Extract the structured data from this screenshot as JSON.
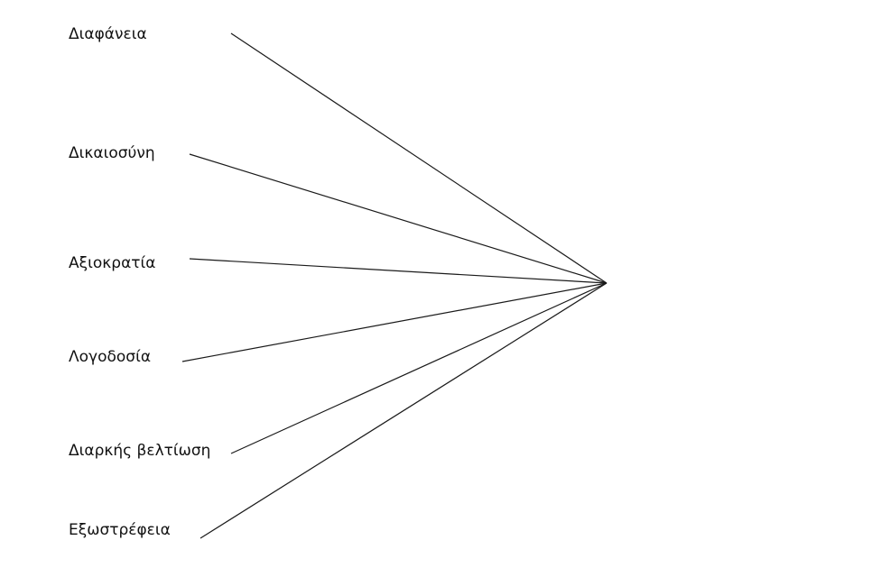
{
  "diagram": {
    "items": [
      {
        "label": "Διαφάνεια"
      },
      {
        "label": "Δικαιοσύνη"
      },
      {
        "label": "Αξιοκρατία"
      },
      {
        "label": "Λογοδοσία"
      },
      {
        "label": "Διαρκής βελτίωση"
      },
      {
        "label": "Εξωστρέφεια"
      }
    ]
  }
}
